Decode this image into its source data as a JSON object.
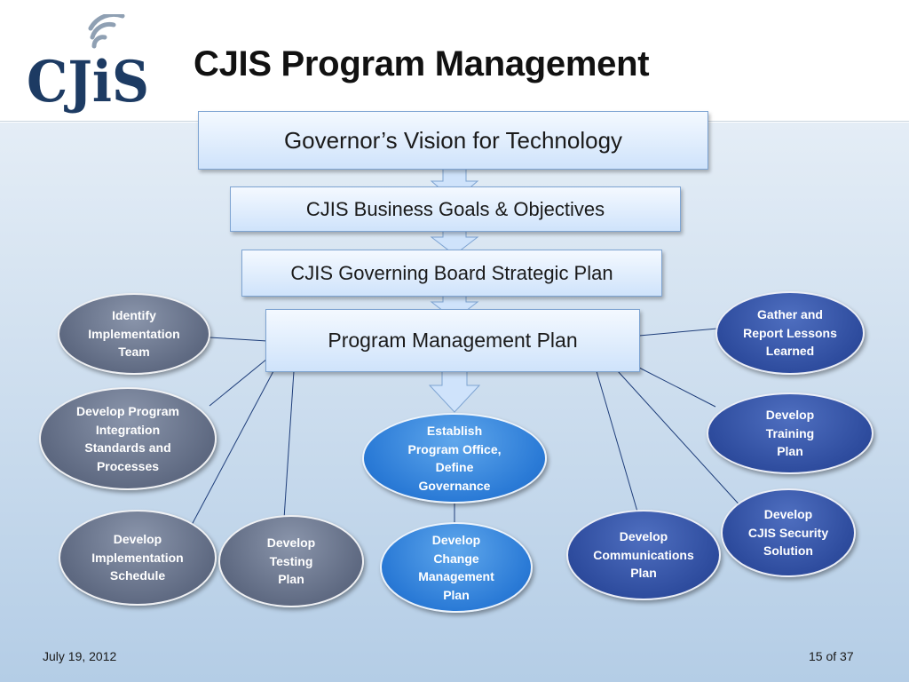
{
  "header": {
    "title": "CJIS Program Management",
    "logo_text": "CJiS"
  },
  "flow": [
    "Governor’s Vision for Technology",
    "CJIS Business Goals & Objectives",
    "CJIS Governing Board Strategic Plan",
    "Program Management Plan"
  ],
  "activities": {
    "identify_team": [
      "Identify",
      "Implementation",
      "Team"
    ],
    "develop_standards": [
      "Develop Program",
      "Integration",
      "Standards and",
      "Processes"
    ],
    "develop_schedule": [
      "Develop",
      "Implementation",
      "Schedule"
    ],
    "develop_testing": [
      "Develop",
      "Testing",
      "Plan"
    ],
    "establish_office": [
      "Establish",
      "Program Office,",
      "Define",
      "Governance"
    ],
    "develop_change": [
      "Develop",
      "Change",
      "Management",
      "Plan"
    ],
    "develop_communications": [
      "Develop",
      "Communications",
      "Plan"
    ],
    "gather_lessons": [
      "Gather and",
      "Report Lessons",
      "Learned"
    ],
    "develop_training": [
      "Develop",
      "Training",
      "Plan"
    ],
    "develop_security": [
      "Develop",
      "CJIS Security",
      "Solution"
    ]
  },
  "footer": {
    "date": "July 19, 2012",
    "page": "15 of 37"
  },
  "colors": {
    "oval_gray": "#5f6a82",
    "oval_dark_blue": "#2e4c9e",
    "oval_light_blue": "#2a7ad6",
    "box_fill": "#cfe3fb",
    "logo_navy": "#1d3b63"
  }
}
